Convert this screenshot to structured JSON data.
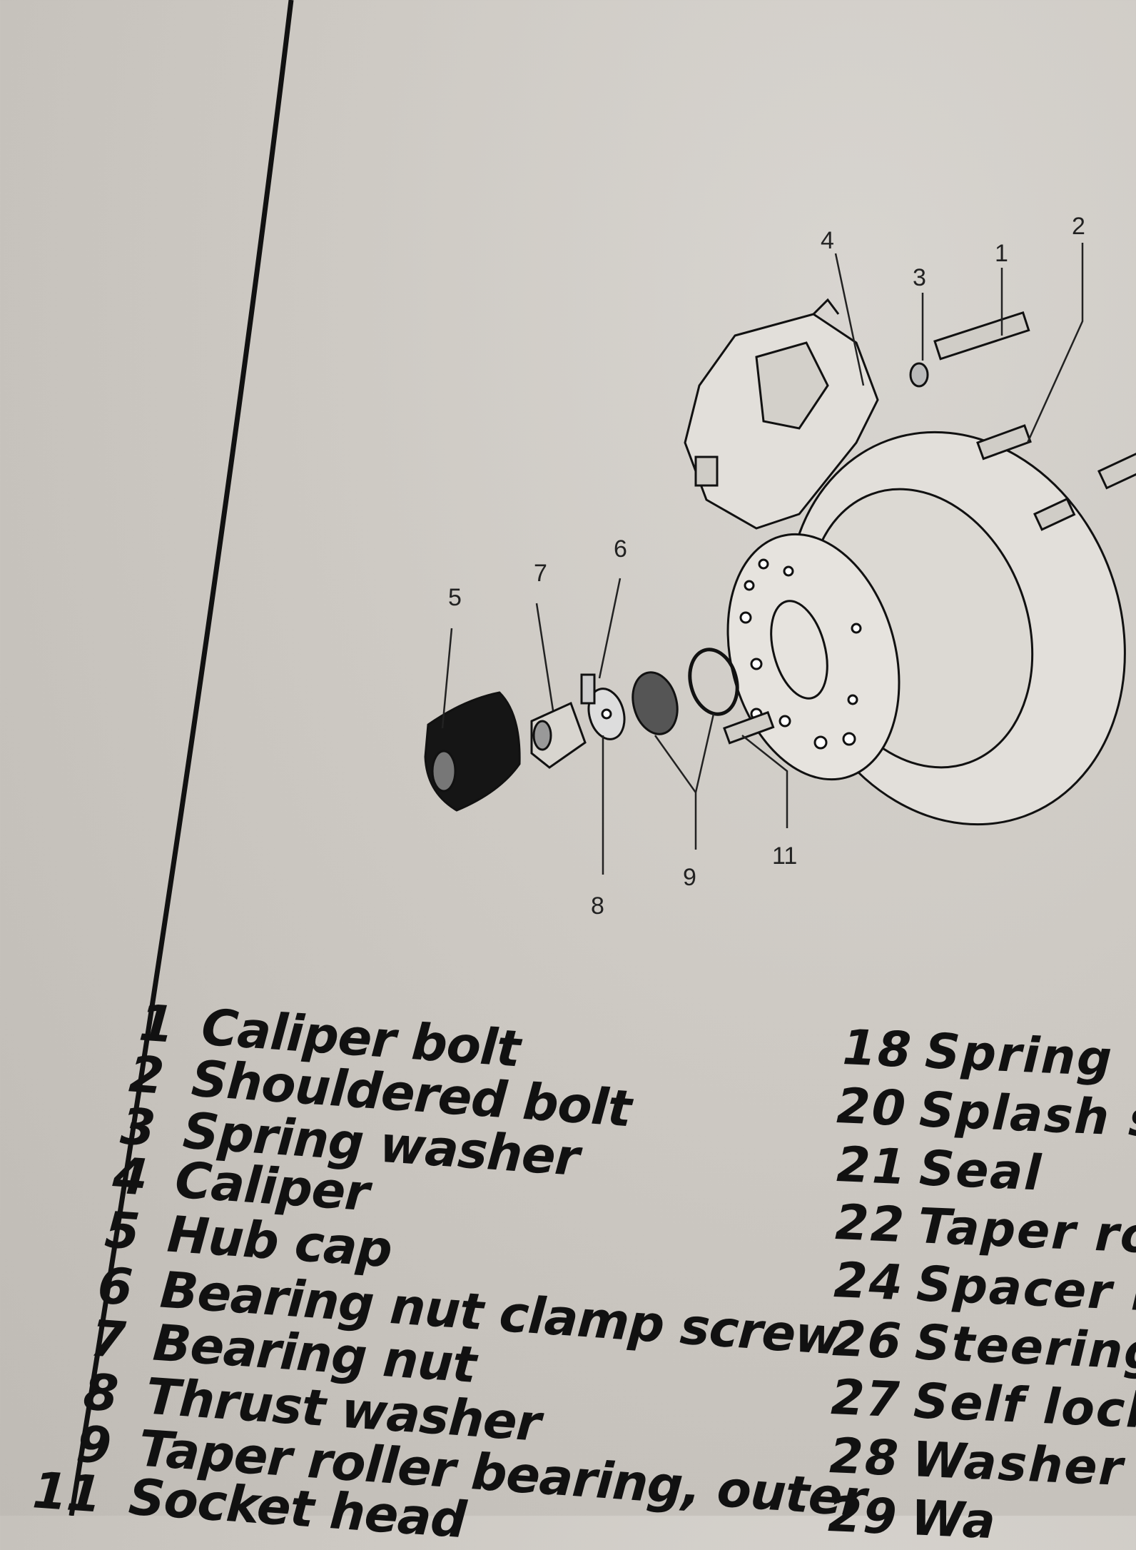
{
  "diagram": {
    "callouts": [
      {
        "id": "callout-4",
        "label": "4"
      },
      {
        "id": "callout-3",
        "label": "3"
      },
      {
        "id": "callout-1",
        "label": "1"
      },
      {
        "id": "callout-2",
        "label": "2"
      },
      {
        "id": "callout-5",
        "label": "5"
      },
      {
        "id": "callout-7",
        "label": "7"
      },
      {
        "id": "callout-6",
        "label": "6"
      },
      {
        "id": "callout-8",
        "label": "8"
      },
      {
        "id": "callout-9",
        "label": "9"
      },
      {
        "id": "callout-11",
        "label": "11"
      }
    ]
  },
  "legend_left": [
    {
      "num": "1",
      "text": "Caliper bolt"
    },
    {
      "num": "2",
      "text": "Shouldered bolt"
    },
    {
      "num": "3",
      "text": "Spring washer"
    },
    {
      "num": "4",
      "text": "Caliper"
    },
    {
      "num": "5",
      "text": "Hub cap"
    },
    {
      "num": "6",
      "text": "Bearing nut clamp screw"
    },
    {
      "num": "7",
      "text": "Bearing nut"
    },
    {
      "num": "8",
      "text": "Thrust washer"
    },
    {
      "num": "9",
      "text": "Taper roller bearing, outer"
    },
    {
      "num": "11",
      "text": "Socket head"
    }
  ],
  "legend_right": [
    {
      "num": "18",
      "text": "Spring w"
    },
    {
      "num": "20",
      "text": "Splash sh"
    },
    {
      "num": "21",
      "text": "Seal"
    },
    {
      "num": "22",
      "text": "Taper ro"
    },
    {
      "num": "24",
      "text": "Spacer r"
    },
    {
      "num": "26",
      "text": "Steering"
    },
    {
      "num": "27",
      "text": "Self lock"
    },
    {
      "num": "28",
      "text": "Washer"
    },
    {
      "num": "29",
      "text": "Wa"
    }
  ]
}
